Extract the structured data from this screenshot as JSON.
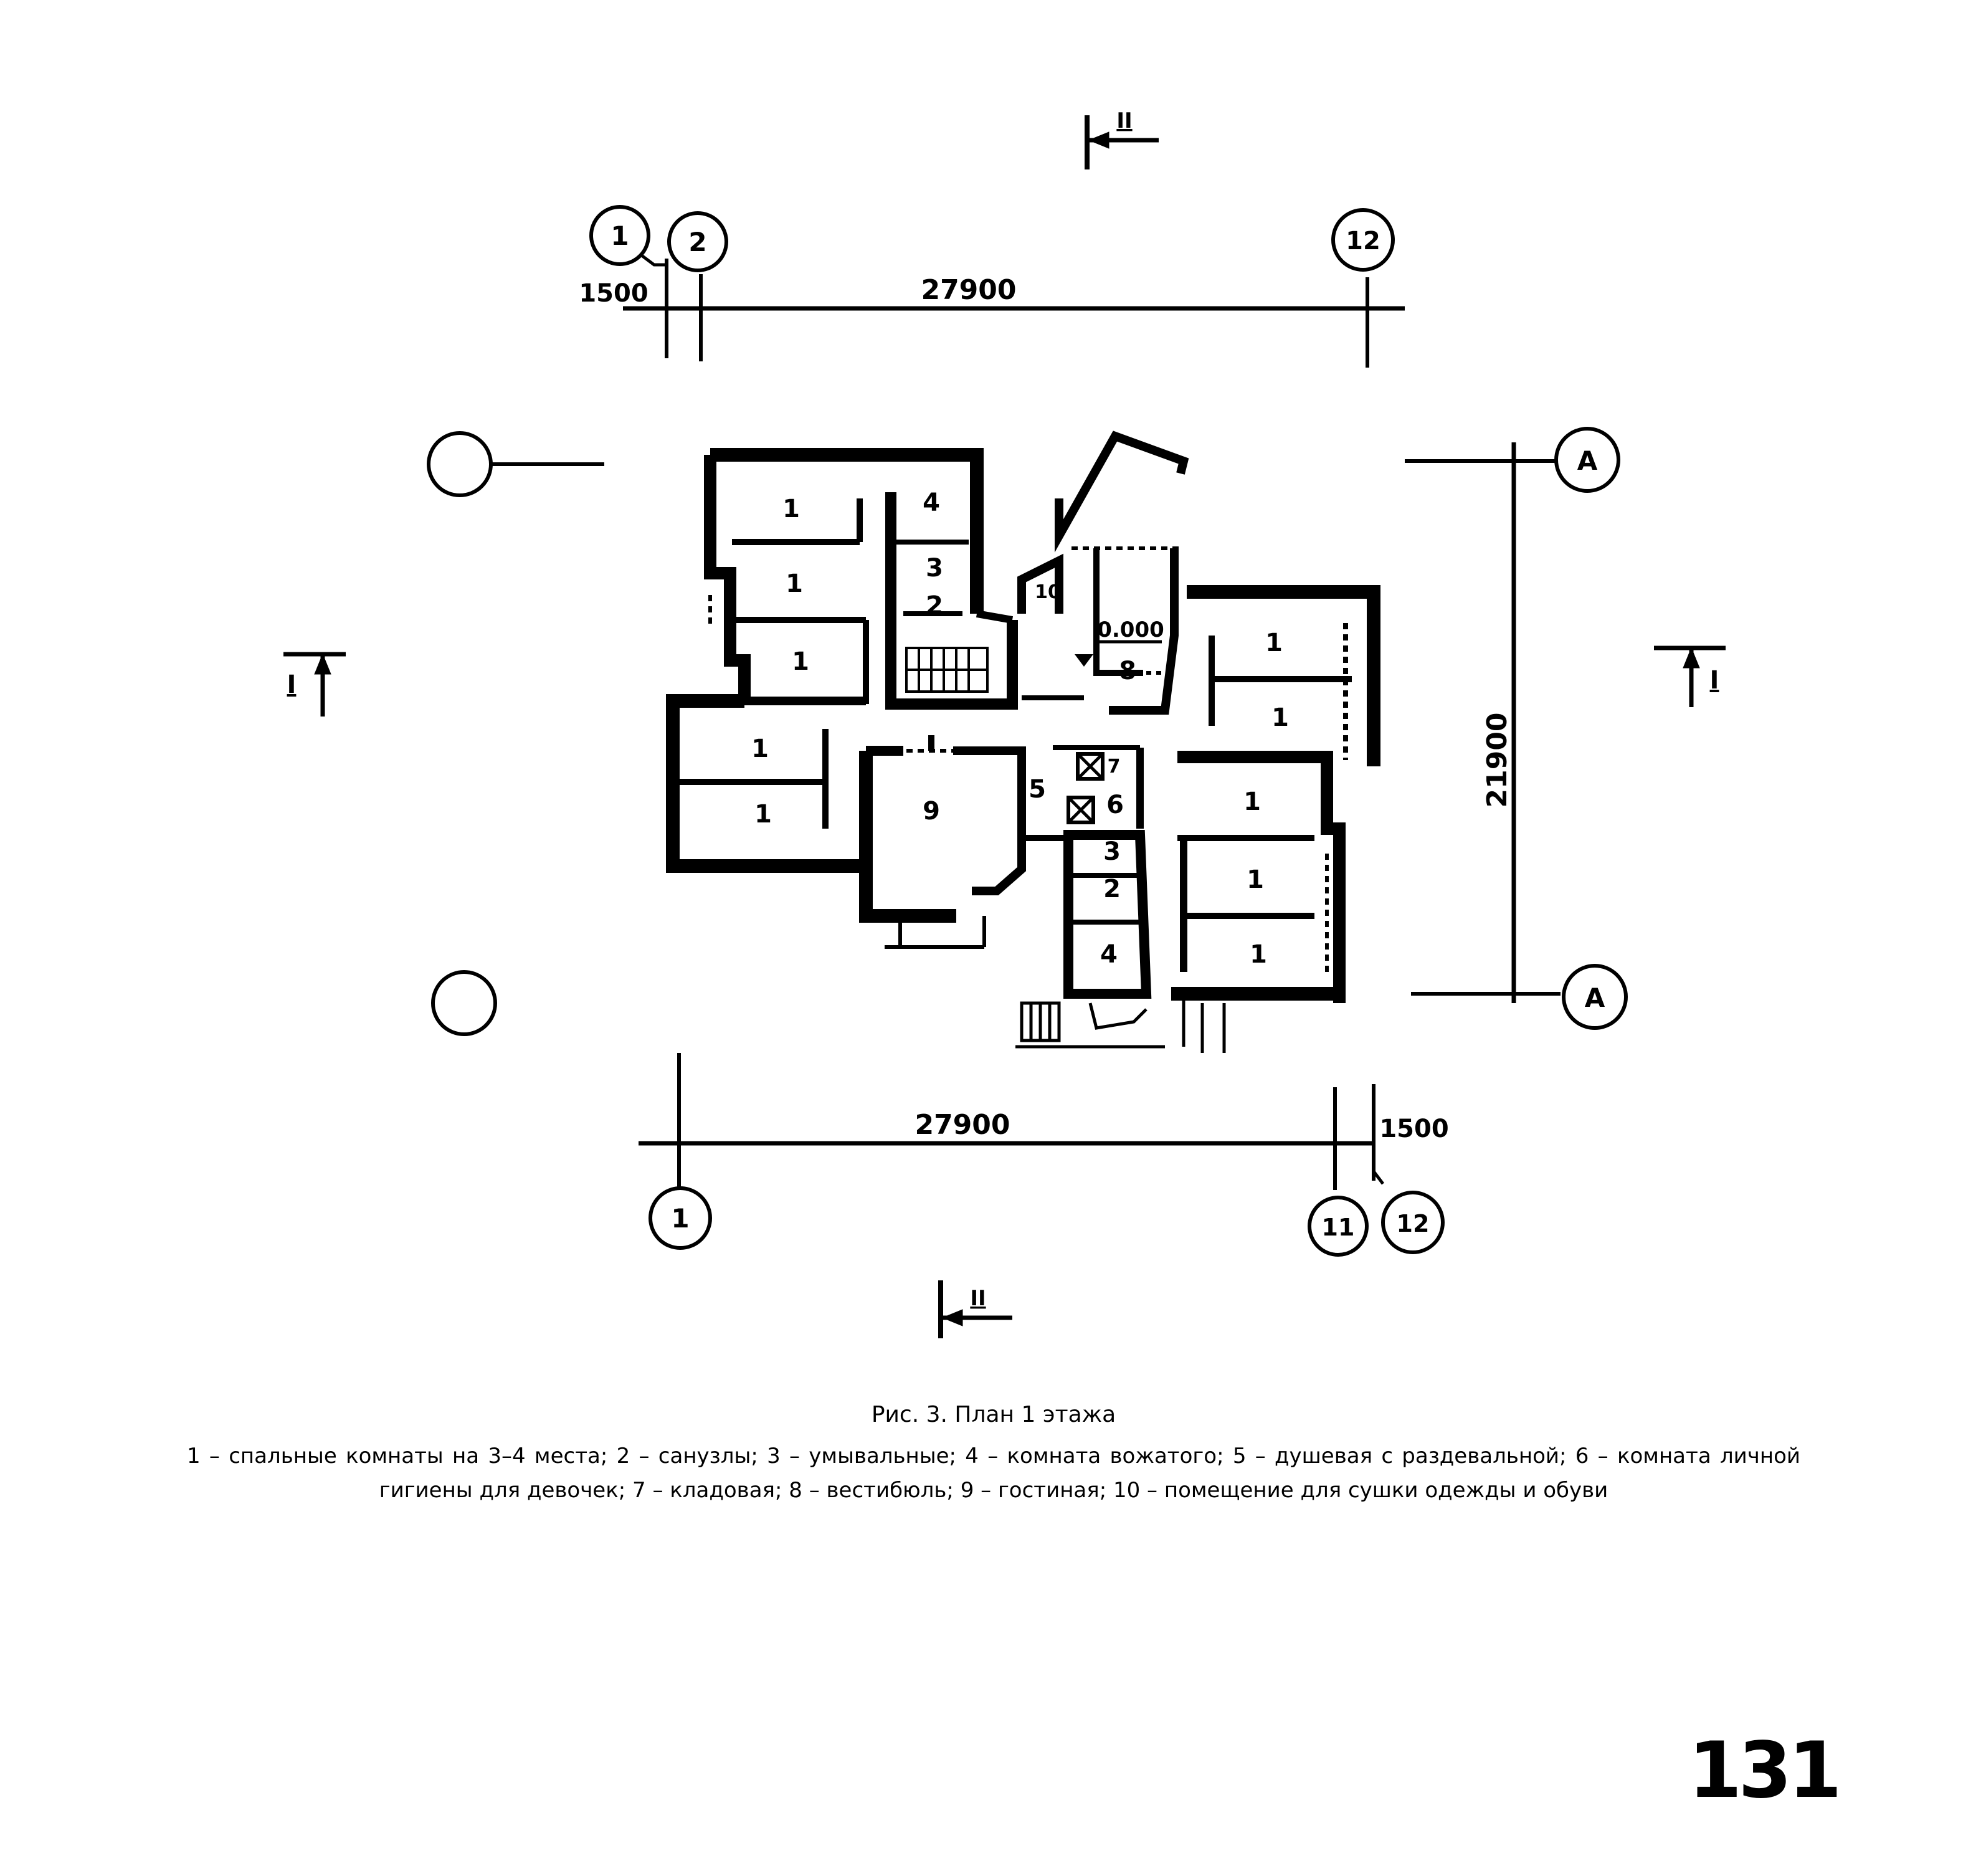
{
  "dimensions": {
    "top_overall": "27900",
    "top_left_offset": "1500",
    "bottom_overall": "27900",
    "bottom_right_offset": "1500",
    "right_overall": "21900"
  },
  "axes": {
    "top_1": "1",
    "top_2": "2",
    "top_12": "12",
    "bottom_1": "1",
    "bottom_11": "11",
    "bottom_12": "12",
    "right_a_top": "А",
    "right_a_bottom": "А",
    "left_top": "",
    "left_bottom": ""
  },
  "sections": {
    "top": "II",
    "bottom": "II",
    "left": "I",
    "right": "I"
  },
  "level_mark": "0.000",
  "room_numbers": {
    "bedroom": "1",
    "wc": "2",
    "washroom": "3",
    "counselor": "4",
    "shower": "5",
    "hygiene": "6",
    "storage": "7",
    "vestibule": "8",
    "living": "9",
    "drying": "10"
  },
  "caption": {
    "title": "Рис. 3. План 1 этажа",
    "legend": "1 – спальные комнаты на 3–4 места; 2 – санузлы; 3 – умывальные; 4 – комната вожатого; 5 – душевая с раздевальной; 6 – комната личной гигиены для девочек; 7 – кладовая; 8 – вестибюль; 9 – гостиная; 10 – помещение для сушки одежды и обуви"
  },
  "page_number": "131"
}
